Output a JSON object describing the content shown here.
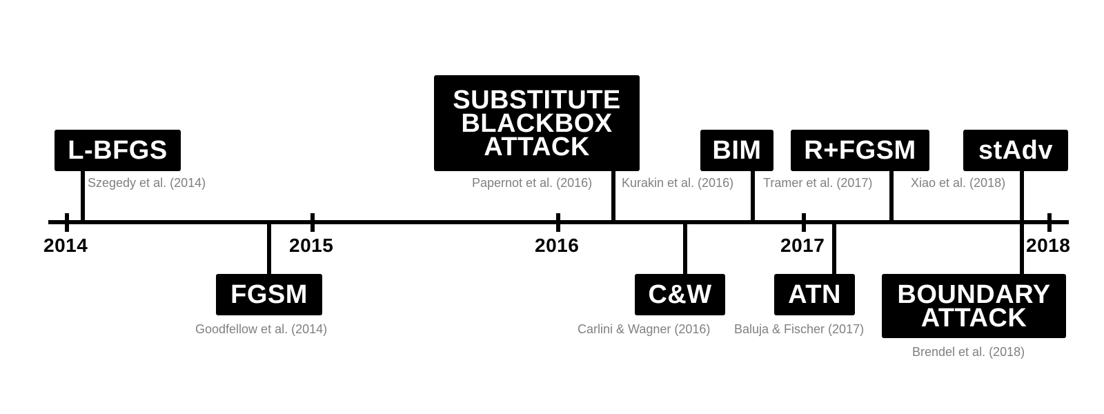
{
  "timeline": {
    "years": [
      "2014",
      "2015",
      "2016",
      "2017",
      "2018"
    ],
    "events": [
      {
        "label": "L-BFGS",
        "citation": "Szegedy et al. (2014)"
      },
      {
        "label": "FGSM",
        "citation": "Goodfellow et al. (2014)"
      },
      {
        "label": "SUBSTITUTE\nBLACKBOX\nATTACK",
        "citation": "Papernot et al. (2016)"
      },
      {
        "label": "C&W",
        "citation": "Carlini & Wagner (2016)"
      },
      {
        "label": "BIM",
        "citation": "Kurakin et al. (2016)"
      },
      {
        "label": "R+FGSM",
        "citation": "Tramer et al. (2017)"
      },
      {
        "label": "ATN",
        "citation": "Baluja & Fischer (2017)"
      },
      {
        "label": "stAdv",
        "citation": "Xiao et al. (2018)"
      },
      {
        "label": "BOUNDARY\nATTACK",
        "citation": "Brendel et al. (2018)"
      }
    ]
  }
}
